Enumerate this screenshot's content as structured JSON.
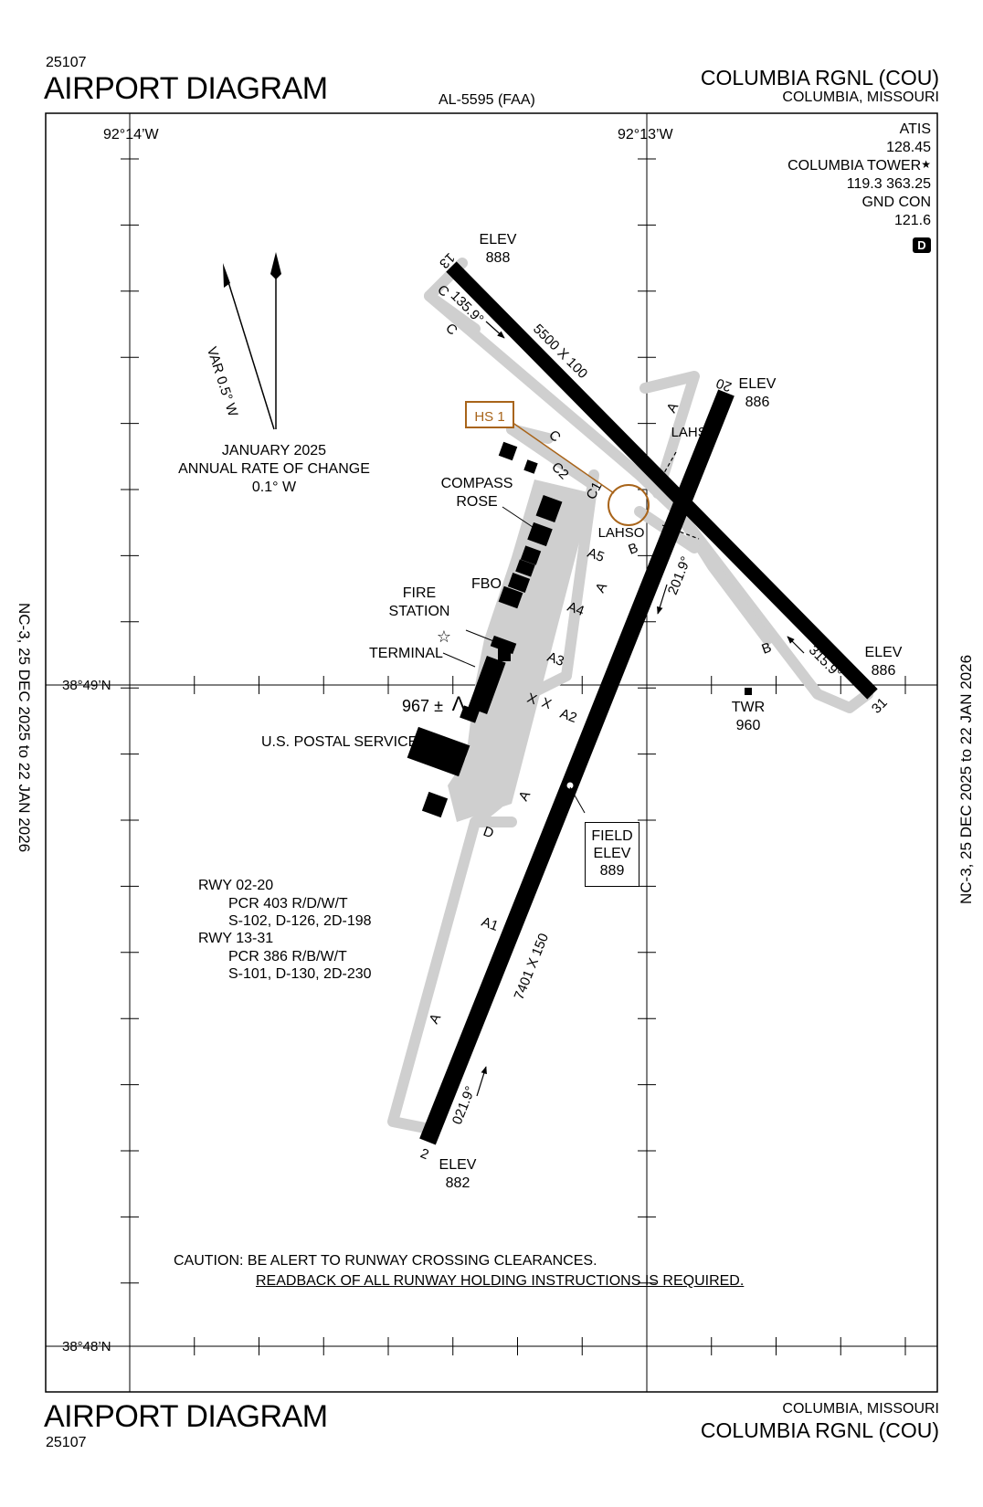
{
  "header": {
    "chart_number": "25107",
    "title": "AIRPORT DIAGRAM",
    "publication": "AL-5595 (FAA)",
    "airport_name": "COLUMBIA RGNL (COU)",
    "location": "COLUMBIA, MISSOURI"
  },
  "footer": {
    "title": "AIRPORT DIAGRAM",
    "chart_number": "25107",
    "location": "COLUMBIA, MISSOURI",
    "airport_name": "COLUMBIA RGNL (COU)"
  },
  "cycle": {
    "left": "NC-3,  25 DEC 2025  to  22 JAN 2026",
    "right": "NC-3,  25 DEC 2025  to  22 JAN 2026"
  },
  "grid": {
    "lon_west": "92°14’W",
    "lon_east": "92°13’W",
    "lat_mid": "38°49’N",
    "lat_bottom": "38°48’N"
  },
  "frequencies": {
    "atis_label": "ATIS",
    "atis_freq": "128.45",
    "tower_label": "COLUMBIA TOWER",
    "tower_freq": "119.3   363.25",
    "ground_label": "GND CON",
    "ground_freq": "121.6",
    "diagram_badge": "D"
  },
  "variation": {
    "var_label": "VAR 0.5° W",
    "rate_line1": "JANUARY 2025",
    "rate_line2": "ANNUAL RATE OF CHANGE",
    "rate_line3": "0.1° W"
  },
  "runways": {
    "rwy13_end": "13",
    "rwy31_end": "31",
    "rwy2_end": "2",
    "rwy20_end": "20",
    "elev_label": "ELEV",
    "elev_13": "888",
    "elev_31": "886",
    "elev_20": "886",
    "elev_2": "882",
    "dims_13_31": "5500 X 100",
    "dims_02_20": "7401 X 150",
    "hdg_135": "135.9°",
    "hdg_315": "315.9°",
    "hdg_021": "021.9°",
    "hdg_201": "201.9°"
  },
  "taxiways": [
    "C",
    "C",
    "C",
    "C2",
    "C1",
    "A",
    "A5",
    "A",
    "A4",
    "A3",
    "A2",
    "A",
    "D",
    "A1",
    "A",
    "B",
    "B",
    "X",
    "X"
  ],
  "labels": {
    "hotspot": "HS 1",
    "lahso": "LAHSO",
    "compass_rose_1": "COMPASS",
    "compass_rose_2": "ROSE",
    "fbo": "FBO",
    "fire_station_1": "FIRE",
    "fire_station_2": "STATION",
    "terminal": "TERMINAL",
    "obstacle": "967",
    "obstacle_pm": "±",
    "postal": "U.S. POSTAL SERVICE",
    "field_elev_1": "FIELD",
    "field_elev_2": "ELEV",
    "field_elev_3": "889",
    "twr": "TWR",
    "twr_elev": "960"
  },
  "pcr": {
    "rwy1": "RWY 02-20",
    "rwy1_pcr": "PCR 403 R/D/W/T",
    "rwy1_sw": "S-102, D-126, 2D-198",
    "rwy2": "RWY 13-31",
    "rwy2_pcr": "PCR 386 R/B/W/T",
    "rwy2_sw": "S-101, D-130, 2D-230"
  },
  "caution": {
    "line1": "CAUTION: BE ALERT TO RUNWAY CROSSING CLEARANCES.",
    "line2": "READBACK OF ALL RUNWAY HOLDING INSTRUCTIONS IS REQUIRED."
  },
  "colors": {
    "runway": "#000000",
    "taxiway": "#cfcfcf",
    "hotspot": "#a8641a",
    "ink": "#000000"
  }
}
